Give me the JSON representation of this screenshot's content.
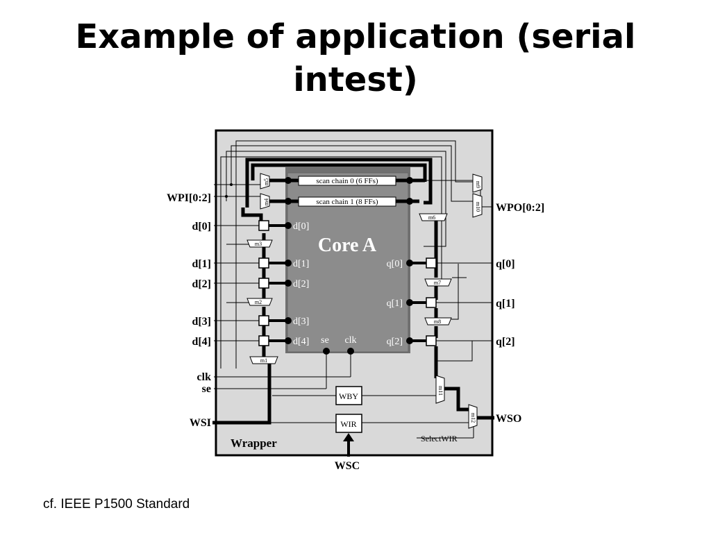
{
  "title": {
    "line1": "Example of application (serial",
    "line2": "intest)"
  },
  "citation": "cf. IEEE P1500 Standard",
  "diagram": {
    "core_title": "Core A",
    "wrapper_label": "Wrapper",
    "scan_chain_0": "scan chain 0 (6 FFs)",
    "scan_chain_1": "scan chain 1 (8 FFs)",
    "core_inputs": [
      "d[0]",
      "d[1]",
      "d[2]",
      "d[3]",
      "d[4]"
    ],
    "core_outputs": [
      "q[0]",
      "q[1]",
      "q[2]"
    ],
    "core_se": "se",
    "core_clk": "clk",
    "ext_inputs": [
      "d[0]",
      "d[1]",
      "d[2]",
      "d[3]",
      "d[4]"
    ],
    "ext_outputs": [
      "q[0]",
      "q[1]",
      "q[2]"
    ],
    "wpi": "WPI[0:2]",
    "wpo": "WPO[0:2]",
    "clk": "clk",
    "se": "se",
    "wsi": "WSI",
    "wso": "WSO",
    "wsc": "WSC",
    "wby": "WBY",
    "wir": "WIR",
    "select_wir": "SelectWIR",
    "mux_labels": {
      "m1": "m1",
      "m2": "m2",
      "m3": "m3",
      "m4": "m4",
      "m5": "m5",
      "m6": "m6",
      "m7": "m7",
      "m8": "m8",
      "m9": "m9",
      "m10": "m10",
      "m11": "m11",
      "m12": "m12"
    },
    "colors": {
      "wrapper_bg": "#d9d9d9",
      "core_bg": "#8c8c8c",
      "core_border": "#707070",
      "line": "#000000"
    }
  }
}
